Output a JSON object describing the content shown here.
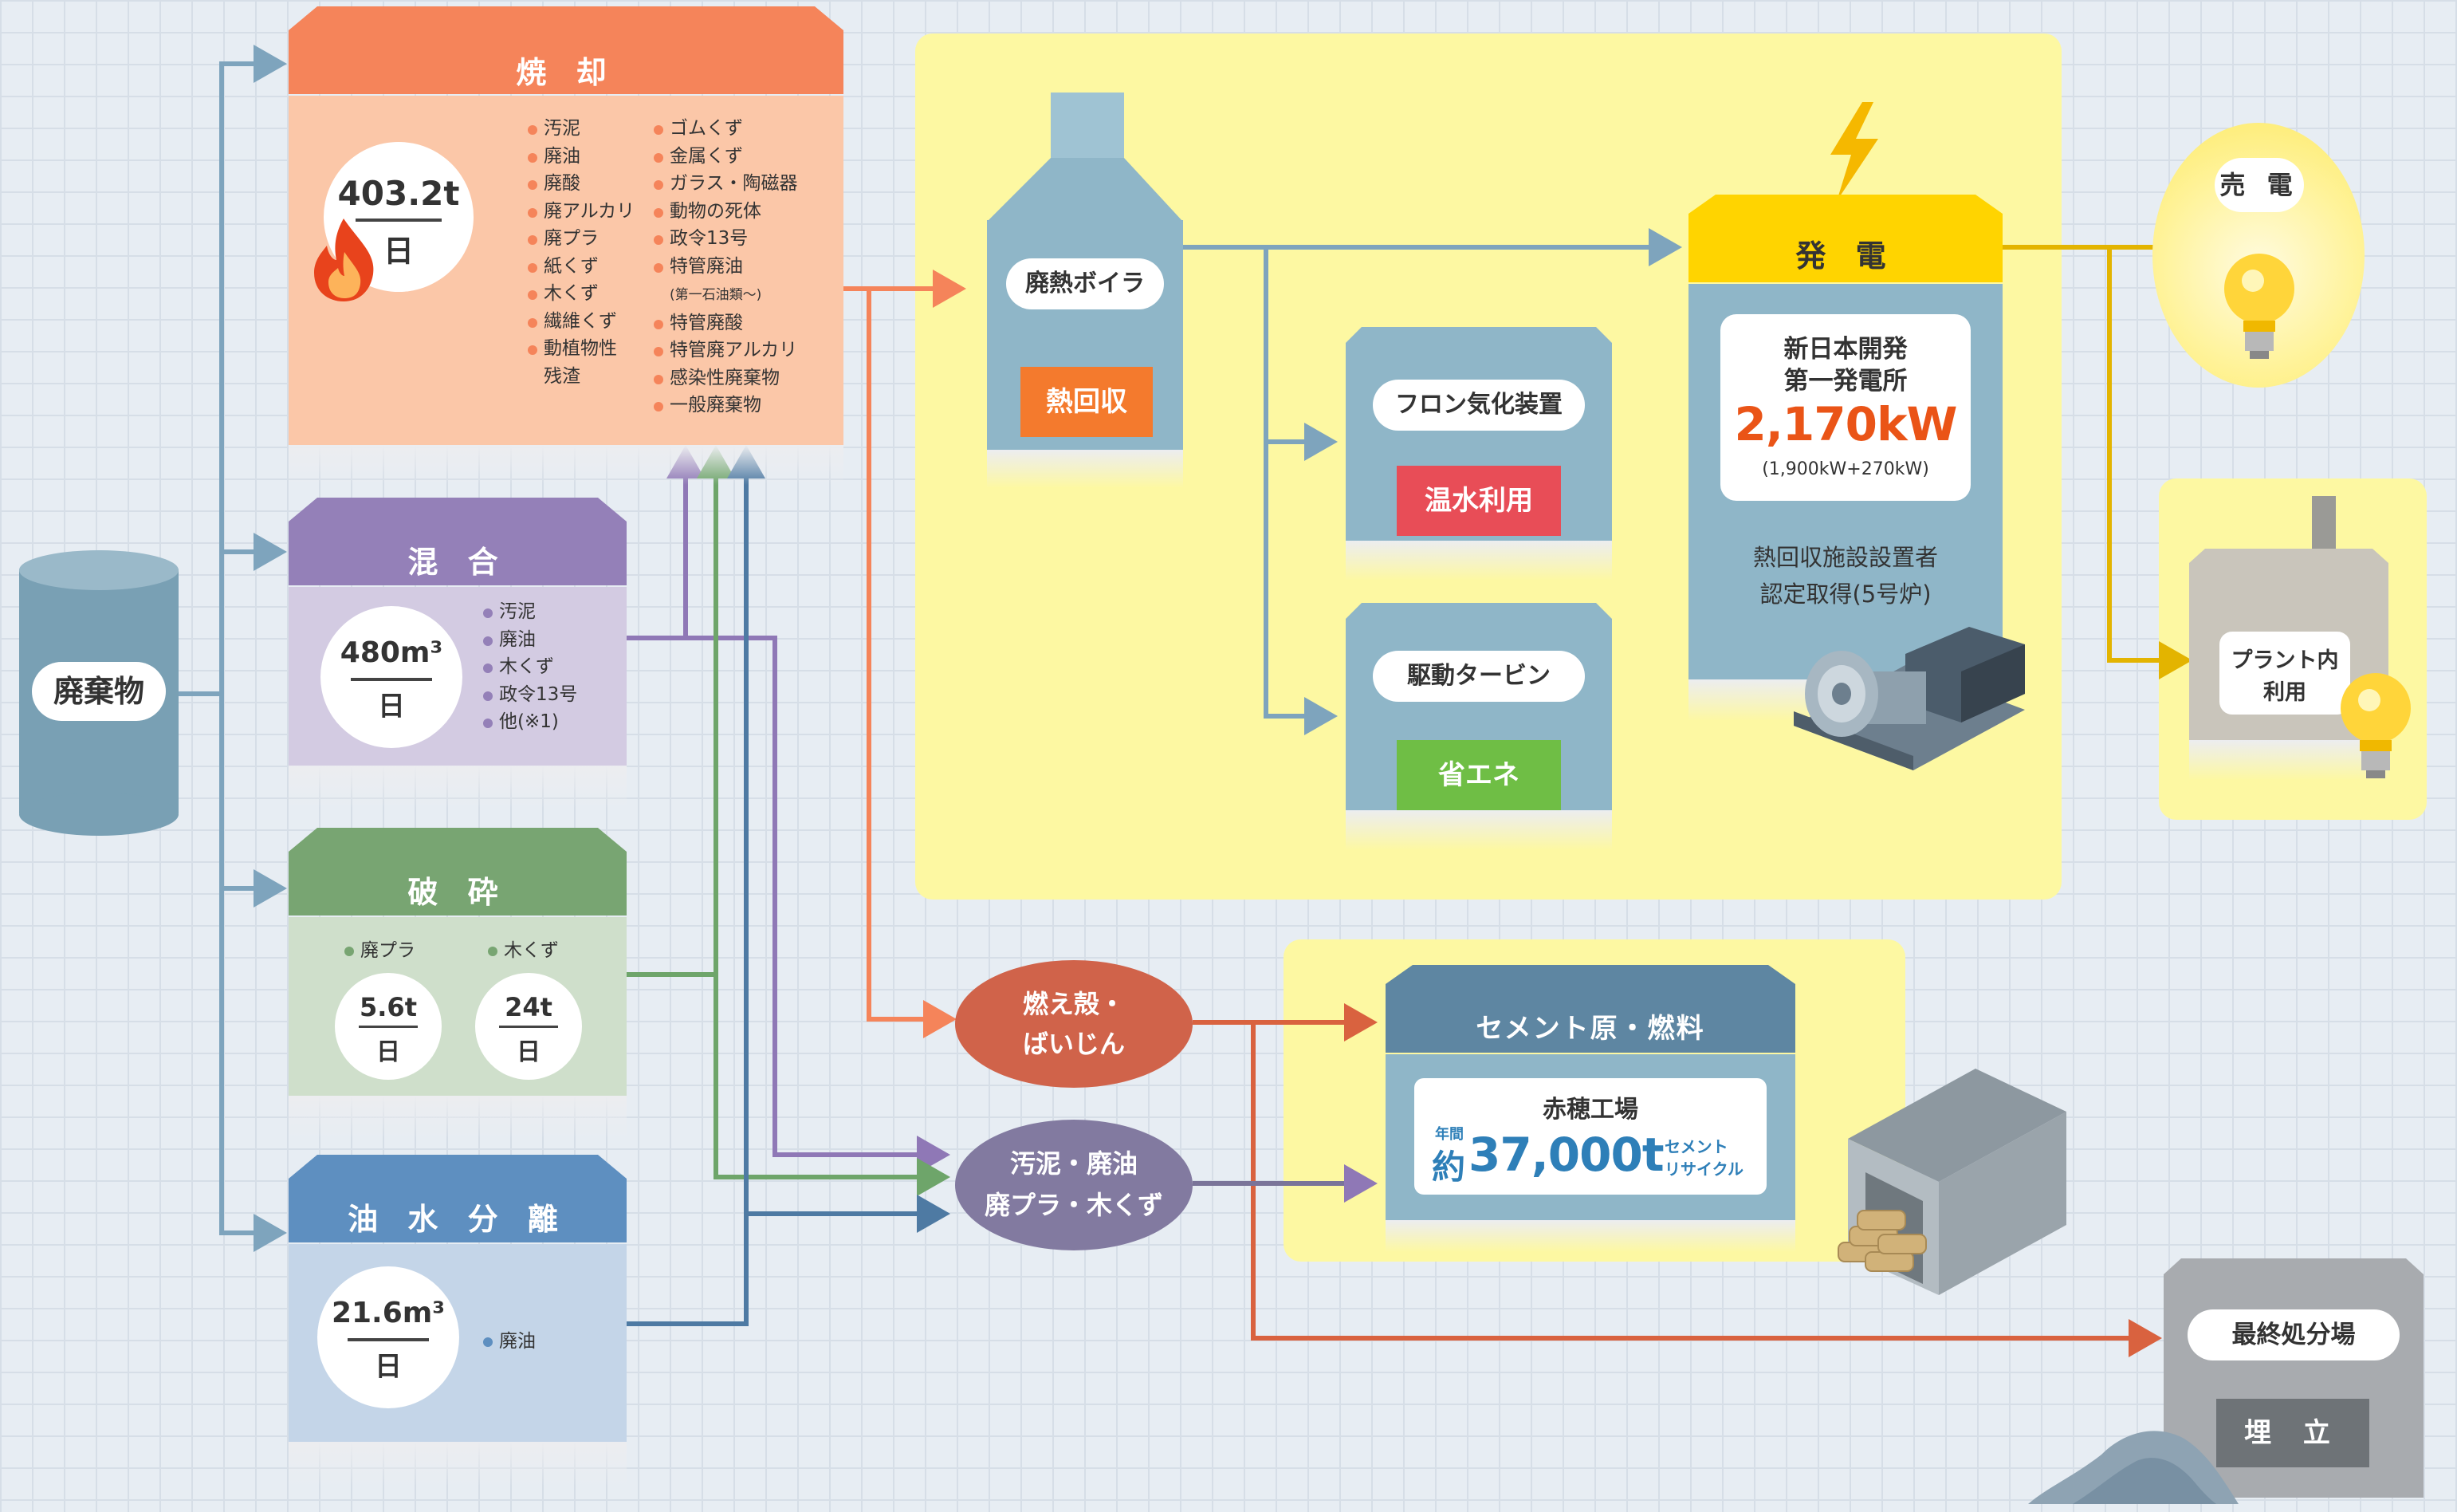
{
  "waste": {
    "label": "廃棄物"
  },
  "incineration": {
    "title": "焼 却",
    "capacity_value": "403.2t",
    "capacity_unit": "日",
    "items_col1": [
      "汚泥",
      "廃油",
      "廃酸",
      "廃アルカリ",
      "廃プラ",
      "紙くず",
      "木くず",
      "繊維くず",
      "動植物性",
      "残渣"
    ],
    "items_col2": [
      "ゴムくず",
      "金属くず",
      "ガラス・陶磁器",
      "動物の死体",
      "政令13号",
      "特管廃油",
      "(第一石油類～)",
      "特管廃酸",
      "特管廃アルカリ",
      "感染性廃棄物",
      "一般廃棄物"
    ]
  },
  "mixing": {
    "title": "混 合",
    "capacity_value": "480m³",
    "capacity_unit": "日",
    "items": [
      "汚泥",
      "廃油",
      "木くず",
      "政令13号",
      "他(※1)"
    ]
  },
  "crushing": {
    "title": "破 砕",
    "item1": "廃プラ",
    "value1": "5.6t",
    "item2": "木くず",
    "value2": "24t",
    "unit": "日"
  },
  "oil_water": {
    "title": "油 水 分 離",
    "capacity_value": "21.6m³",
    "capacity_unit": "日",
    "item": "廃油"
  },
  "boiler": {
    "label": "廃熱ボイラ",
    "tag": "熱回収"
  },
  "freon": {
    "label": "フロン気化装置",
    "tag": "温水利用"
  },
  "turbine": {
    "label": "駆動タービン",
    "tag": "省エネ"
  },
  "power": {
    "title": "発 電",
    "plant_line1": "新日本開発",
    "plant_line2": "第一発電所",
    "output": "2,170kW",
    "output_detail": "(1,900kW+270kW)",
    "note_line1": "熱回収施設設置者",
    "note_line2": "認定取得(5号炉)"
  },
  "sell": {
    "label": "売 電"
  },
  "plant_use": {
    "label_line1": "プラント内",
    "label_line2": "利用"
  },
  "ash": {
    "line1": "燃え殻・",
    "line2": "ばいじん"
  },
  "sludge": {
    "line1": "汚泥・廃油",
    "line2": "廃プラ・木くず"
  },
  "cement": {
    "title": "セメント原・燃料",
    "factory": "赤穂工場",
    "period": "年間",
    "prefix": "約",
    "amount": "37,000t",
    "suffix1": "セメント",
    "suffix2": "リサイクル"
  },
  "landfill": {
    "label": "最終処分場",
    "tag": "埋 立"
  },
  "colors": {
    "incineration": "#f5845a",
    "mixing": "#9480b8",
    "crushing": "#78a572",
    "oil_water": "#5e8fc0",
    "ash_flow": "#d9623f",
    "power_flow": "#e3b400",
    "boiler_flow": "#7ea4bd"
  }
}
